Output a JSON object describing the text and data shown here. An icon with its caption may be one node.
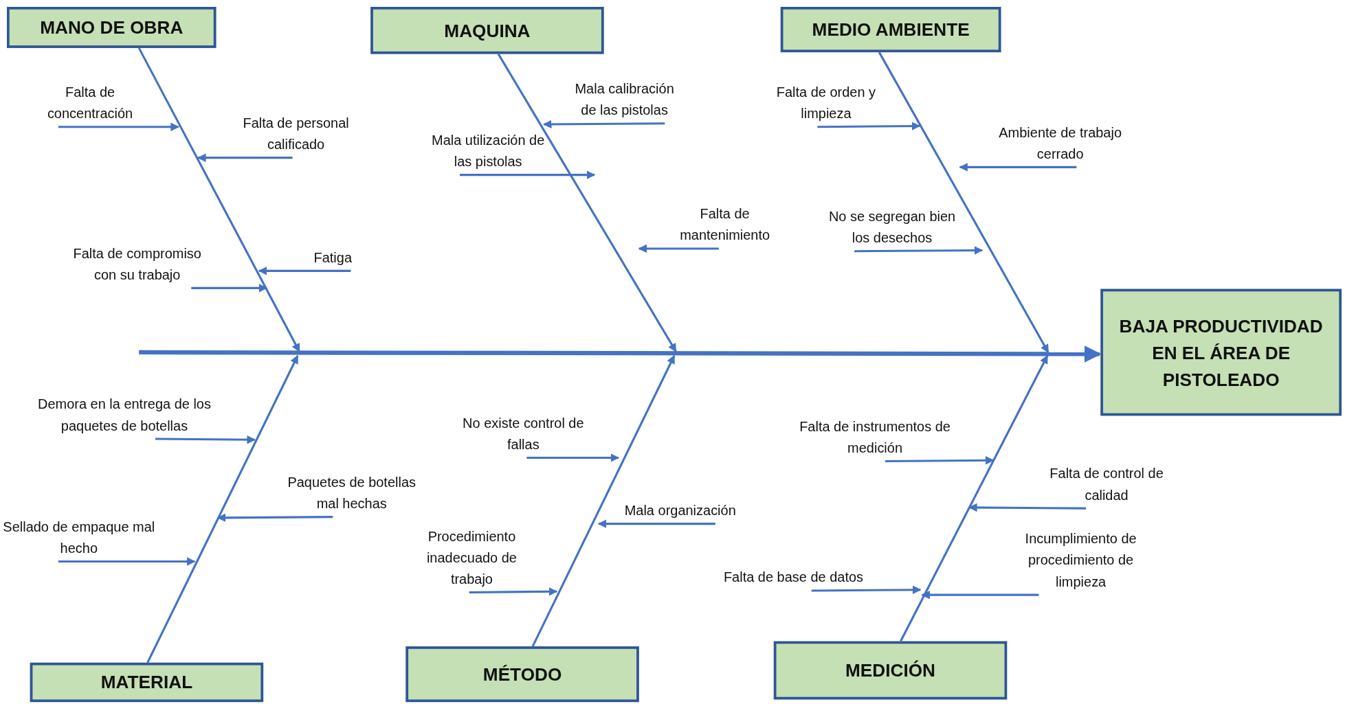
{
  "diagram": {
    "nodes": [
      {
        "text": [
          "MANO DE OBRA"
        ]
      },
      {
        "text": [
          "MAQUINA"
        ]
      },
      {
        "text": [
          "MEDIO AMBIENTE"
        ]
      },
      {
        "text": [
          "BAJA PRODUCTIVIDAD EN EL ÁREA DE PISTOLEADO"
        ]
      },
      {
        "text": [
          "MATERIAL"
        ]
      },
      {
        "text": [
          "MÉTODO"
        ]
      },
      {
        "text": [
          "MEDICIÓN"
        ]
      },
      {
        "text": [
          "Falta de concentración"
        ]
      },
      {
        "text": [
          "Falta de personal calificado"
        ]
      },
      {
        "text": [
          "Falta de compromiso con su trabajo"
        ]
      },
      {
        "text": [
          "Fatiga"
        ]
      },
      {
        "text": [
          "Mala calibración de las pistolas"
        ]
      },
      {
        "text": [
          "Mala utilización de las pistolas"
        ]
      },
      {
        "text": [
          "Falta de mantenimiento"
        ]
      },
      {
        "text": [
          "Falta de orden y limpieza"
        ]
      },
      {
        "text": [
          "Ambiente de trabajo cerrado"
        ]
      },
      {
        "text": [
          "No se segregan bien los desechos"
        ]
      },
      {
        "text": [
          "Demora en la entrega de los paquetes de botellas"
        ]
      },
      {
        "text": [
          "Paquetes de botellas mal hechas"
        ]
      },
      {
        "text": [
          "Sellado de empaque mal hecho"
        ]
      },
      {
        "text": [
          "No existe control de fallas"
        ]
      },
      {
        "text": [
          "Mala organización"
        ]
      },
      {
        "text": [
          "Procedimiento inadecuado de trabajo"
        ]
      },
      {
        "text": [
          "Falta de instrumentos de medición"
        ]
      },
      {
        "text": [
          "Falta de control de calidad"
        ]
      },
      {
        "text": [
          "Incumplimiento de procedimiento de limpieza"
        ]
      },
      {
        "text": [
          "Falta de base de datos"
        ]
      }
    ],
    "edges": [
      {
        "from": 0,
        "to": null,
        "arrow": "to"
      },
      {
        "from": 1,
        "to": null,
        "arrow": "to"
      },
      {
        "from": 2,
        "to": null,
        "arrow": "to"
      },
      {
        "from": 4,
        "to": null,
        "arrow": "to"
      },
      {
        "from": 5,
        "to": null,
        "arrow": "to"
      },
      {
        "from": 6,
        "to": null,
        "arrow": "to"
      },
      {
        "from": null,
        "to": 3,
        "arrow": "to",
        "style": "thick"
      },
      {
        "from": 7,
        "to": null,
        "arrow": "to"
      },
      {
        "from": 8,
        "to": null,
        "arrow": "to"
      },
      {
        "from": 9,
        "to": null,
        "arrow": "to"
      },
      {
        "from": 10,
        "to": null,
        "arrow": "to"
      },
      {
        "from": 11,
        "to": null,
        "arrow": "to"
      },
      {
        "from": 12,
        "to": null,
        "arrow": "to"
      },
      {
        "from": 13,
        "to": null,
        "arrow": "to"
      },
      {
        "from": 14,
        "to": null,
        "arrow": "to"
      },
      {
        "from": 15,
        "to": null,
        "arrow": "to"
      },
      {
        "from": 16,
        "to": null,
        "arrow": "to"
      },
      {
        "from": 17,
        "to": null,
        "arrow": "to"
      },
      {
        "from": 18,
        "to": null,
        "arrow": "to"
      },
      {
        "from": 19,
        "to": null,
        "arrow": "to"
      },
      {
        "from": 20,
        "to": null,
        "arrow": "to"
      },
      {
        "from": 21,
        "to": null,
        "arrow": "to"
      },
      {
        "from": 22,
        "to": null,
        "arrow": "to"
      },
      {
        "from": 23,
        "to": null,
        "arrow": "to"
      },
      {
        "from": 24,
        "to": null,
        "arrow": "to"
      },
      {
        "from": 25,
        "to": null,
        "arrow": "to"
      },
      {
        "from": 26,
        "to": null,
        "arrow": "to"
      }
    ]
  }
}
